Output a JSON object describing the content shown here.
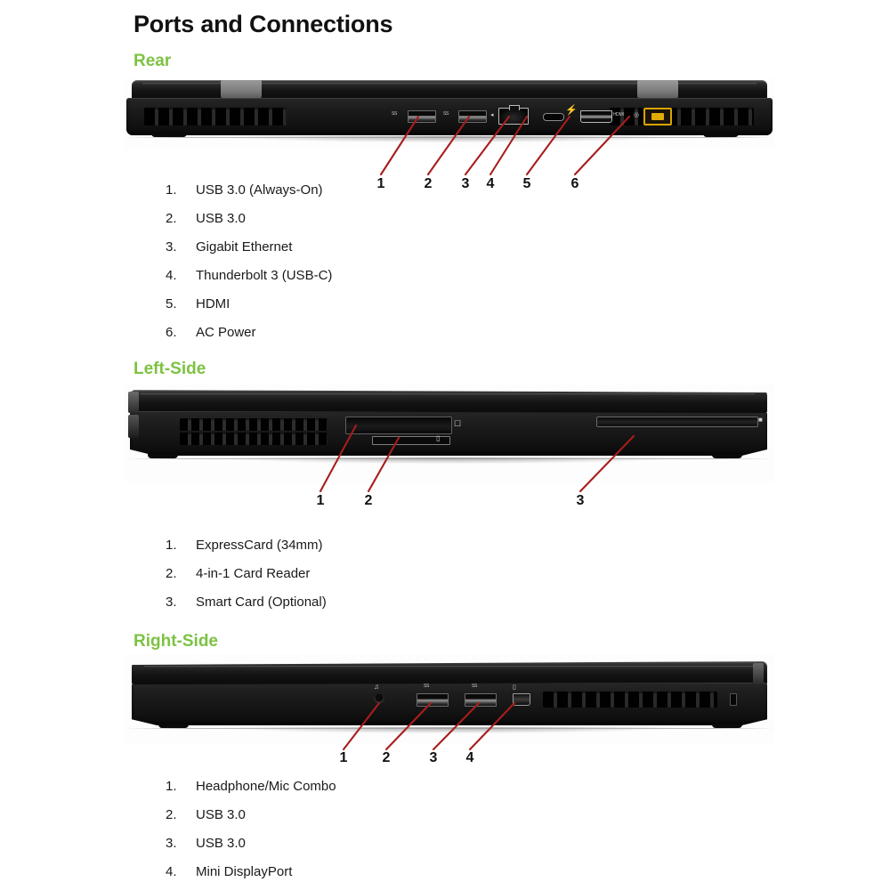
{
  "page": {
    "title": "Ports and Connections",
    "accent_color": "#7dc242",
    "callout_line_color": "#a81d1d",
    "background_color": "#ffffff"
  },
  "sections": [
    {
      "id": "rear",
      "heading": "Rear",
      "image_alt": "Rear view of ThinkPad laptop showing ports",
      "callouts": [
        "1",
        "2",
        "3",
        "4",
        "5",
        "6"
      ],
      "items": [
        {
          "num": "1.",
          "label": "USB 3.0 (Always-On)"
        },
        {
          "num": "2.",
          "label": "USB 3.0"
        },
        {
          "num": "3.",
          "label": "Gigabit Ethernet"
        },
        {
          "num": "4.",
          "label": "Thunderbolt 3 (USB-C)"
        },
        {
          "num": "5.",
          "label": "HDMI"
        },
        {
          "num": "6.",
          "label": "AC Power"
        }
      ],
      "port_silkscreen": [
        {
          "name": "usb-always-on-silk",
          "text": "SS"
        },
        {
          "name": "usb-silk",
          "text": "SS"
        },
        {
          "name": "ethernet-silk",
          "text": ""
        },
        {
          "name": "thunderbolt-silk",
          "text": ""
        },
        {
          "name": "hdmi-silk",
          "text": "HDMI"
        },
        {
          "name": "ac-power-silk",
          "text": ""
        }
      ]
    },
    {
      "id": "left-side",
      "heading": "Left-Side",
      "image_alt": "Left side view of ThinkPad laptop showing card slots",
      "callouts": [
        "1",
        "2",
        "3"
      ],
      "items": [
        {
          "num": "1.",
          "label": "ExpressCard (34mm)"
        },
        {
          "num": "2.",
          "label": "4-in-1 Card Reader"
        },
        {
          "num": "3.",
          "label": "Smart Card (Optional)"
        }
      ],
      "port_silkscreen": []
    },
    {
      "id": "right-side",
      "heading": "Right-Side",
      "image_alt": "Right side view of ThinkPad laptop showing ports",
      "callouts": [
        "1",
        "2",
        "3",
        "4"
      ],
      "items": [
        {
          "num": "1.",
          "label": "Headphone/Mic Combo"
        },
        {
          "num": "2.",
          "label": "USB 3.0"
        },
        {
          "num": "3.",
          "label": "USB 3.0"
        },
        {
          "num": "4.",
          "label": "Mini DisplayPort"
        }
      ],
      "port_silkscreen": [
        {
          "name": "headphone-silk",
          "text": ""
        },
        {
          "name": "usb-silk-1",
          "text": "SS"
        },
        {
          "name": "usb-silk-2",
          "text": "SS"
        },
        {
          "name": "minidp-silk",
          "text": ""
        }
      ]
    }
  ]
}
